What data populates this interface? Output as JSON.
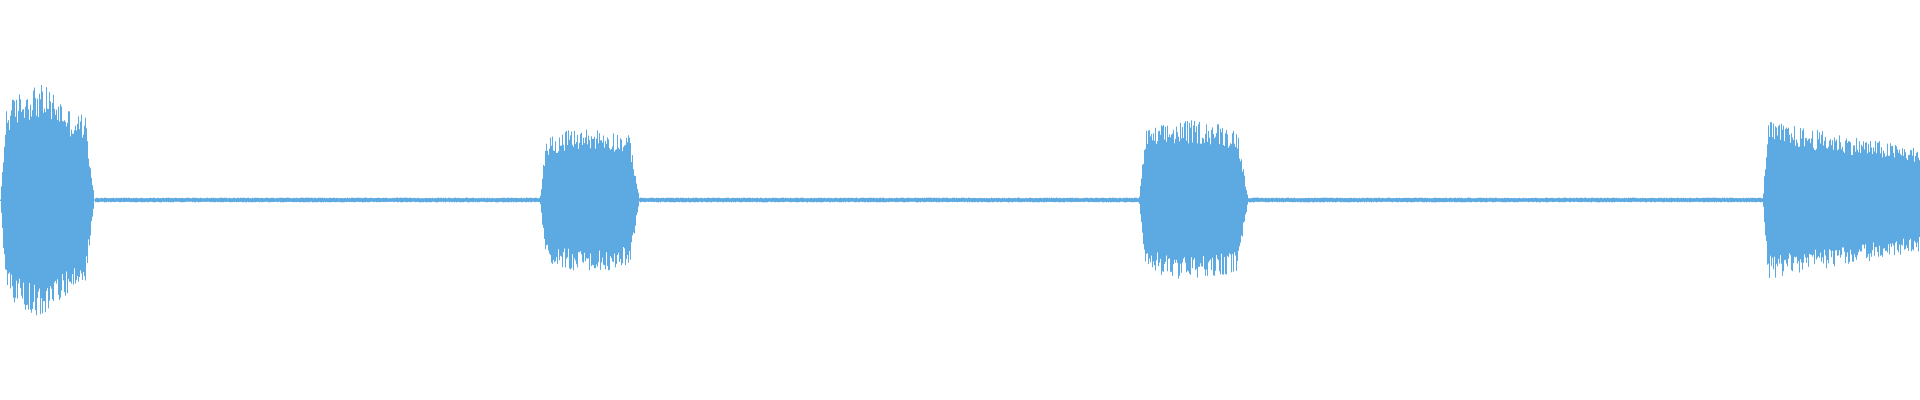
{
  "waveform": {
    "color": "#5DA9E1",
    "background": "#FFFFFF",
    "amplitude_scale": 1.0,
    "segments": [
      {
        "kind": "burst",
        "start": 0.0,
        "end": 0.049,
        "peak": 0.58,
        "envelope": "swell"
      },
      {
        "kind": "silence",
        "start": 0.049,
        "end": 0.281,
        "peak": 0.012
      },
      {
        "kind": "burst",
        "start": 0.281,
        "end": 0.333,
        "peak": 0.36,
        "envelope": "dome"
      },
      {
        "kind": "silence",
        "start": 0.333,
        "end": 0.593,
        "peak": 0.012
      },
      {
        "kind": "burst",
        "start": 0.593,
        "end": 0.65,
        "peak": 0.4,
        "envelope": "dome"
      },
      {
        "kind": "silence",
        "start": 0.65,
        "end": 0.918,
        "peak": 0.012
      },
      {
        "kind": "burst",
        "start": 0.918,
        "end": 1.0,
        "peak": 0.4,
        "envelope": "decay"
      }
    ]
  }
}
